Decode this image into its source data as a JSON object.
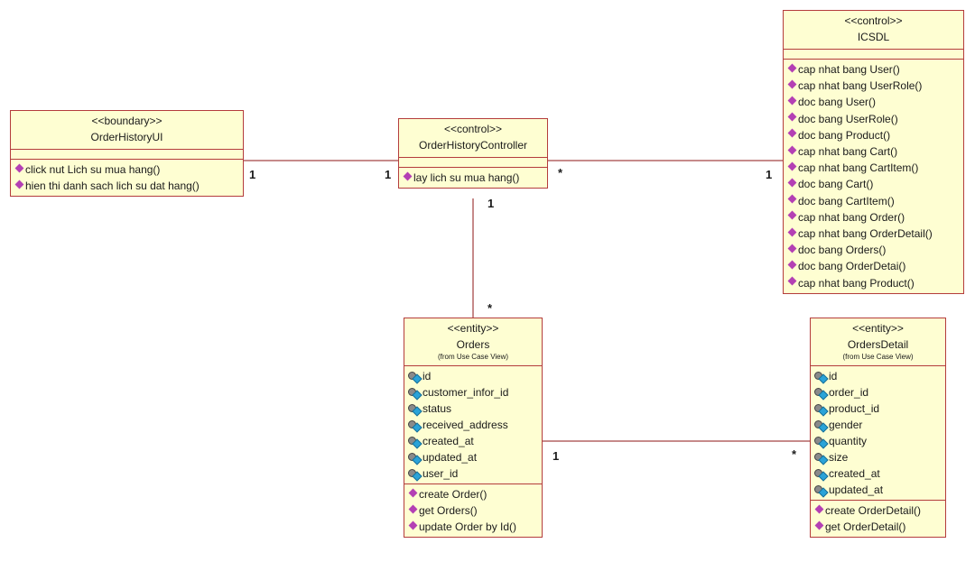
{
  "classes": {
    "order_history_ui": {
      "stereotype": "<<boundary>>",
      "name": "OrderHistoryUI",
      "operations": [
        "click nut Lich su mua hang()",
        "hien thi danh sach lich su dat hang()"
      ]
    },
    "order_history_controller": {
      "stereotype": "<<control>>",
      "name": "OrderHistoryController",
      "operations": [
        "lay lich su mua hang()"
      ]
    },
    "icsdl": {
      "stereotype": "<<control>>",
      "name": "ICSDL",
      "operations": [
        "cap nhat bang User()",
        "cap nhat bang UserRole()",
        "doc bang User()",
        "doc bang UserRole()",
        "doc bang Product()",
        "cap nhat bang Cart()",
        "cap nhat bang CartItem()",
        "doc bang Cart()",
        "doc bang CartItem()",
        "cap nhat bang Order()",
        "cap nhat bang OrderDetail()",
        "doc bang Orders()",
        "doc bang OrderDetai()",
        "cap nhat bang Product()"
      ]
    },
    "orders": {
      "stereotype": "<<entity>>",
      "name": "Orders",
      "from": "(from Use Case View)",
      "attributes": [
        "id",
        "customer_infor_id",
        "status",
        "received_address",
        "created_at",
        "updated_at",
        "user_id"
      ],
      "operations": [
        "create Order()",
        "get Orders()",
        "update Order by Id()"
      ]
    },
    "orders_detail": {
      "stereotype": "<<entity>>",
      "name": "OrdersDetail",
      "from": "(from Use Case View)",
      "attributes": [
        "id",
        "order_id",
        "product_id",
        "gender",
        "quantity",
        "size",
        "created_at",
        "updated_at"
      ],
      "operations": [
        "create OrderDetail()",
        "get OrderDetail()"
      ]
    }
  },
  "multiplicities": {
    "ui_controller_ui_end": "1",
    "ui_controller_ctrl_end": "1",
    "ctrl_icsdl_ctrl_end": "*",
    "ctrl_icsdl_icsdl_end": "1",
    "ctrl_orders_ctrl_end": "1",
    "ctrl_orders_orders_end": "*",
    "orders_detail_orders_end": "1",
    "orders_detail_detail_end": "*"
  },
  "colors": {
    "class_fill": "#fefed2",
    "class_border": "#b43c3c",
    "link": "#b46464",
    "operation_icon": "#b440b4",
    "attribute_icon": "#2aa3d8"
  }
}
